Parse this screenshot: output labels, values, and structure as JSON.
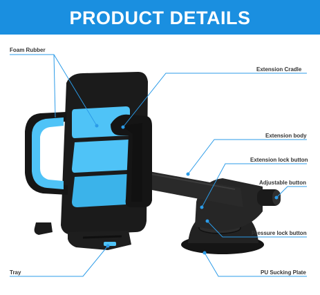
{
  "banner": {
    "title": "PRODUCT DETAILS"
  },
  "labels": {
    "foam_rubber": "Foam Rubber",
    "extension_cradle": "Extension Cradle",
    "extension_body": "Extension body",
    "extension_lock_button": "Extension lock button",
    "adjustable_button": "Adjustable button",
    "pressure_lock_button": "Pressure lock button",
    "tray": "Tray",
    "pu_sucking_plate": "PU Sucking Plate"
  },
  "colors": {
    "banner": "#1a8fe0",
    "accent": "#4fc3f7",
    "leader_line": "#2b9be8",
    "body": "#1c1c1c"
  }
}
